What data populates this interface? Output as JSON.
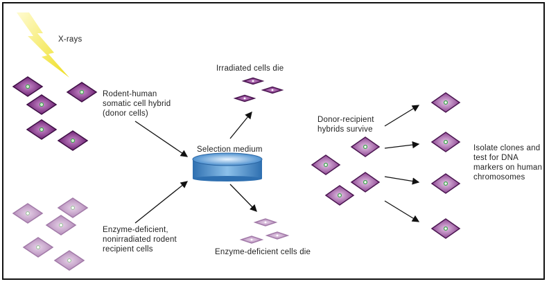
{
  "labels": {
    "xrays": "X-rays",
    "donor": "Rodent-human\nsomatic cell hybrid\n(donor cells)",
    "irradiated_die": "Irradiated cells die",
    "selection_medium": "Selection medium",
    "recipient": "Enzyme-deficient,\nnonirradiated rodent\nrecipient cells",
    "enzyme_die": "Enzyme-deficient cells die",
    "hybrids_survive": "Donor-recipient\nhybrids survive",
    "isolate": "Isolate clones and\ntest for DNA\nmarkers on human\nchromosomes"
  },
  "colors": {
    "donor_cell": "#7b2d80",
    "recipient_cell": "#c8a2cc",
    "hybrid_cell": "#a25aa6",
    "nucleus": "#3aa34a",
    "xray": "#f2e63a",
    "dish": "#3f86c6"
  }
}
